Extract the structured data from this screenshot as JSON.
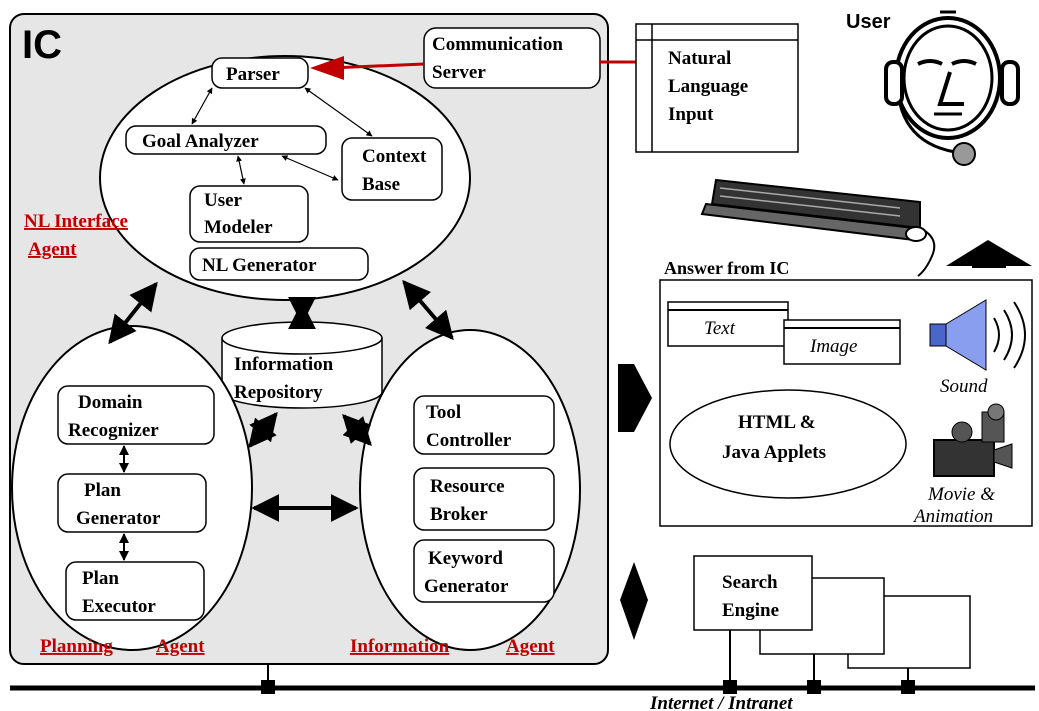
{
  "colors": {
    "panel": "#e6e6e6",
    "agent_label": "#c00000",
    "arrow_red": "#c00000"
  },
  "ic_title": "IC",
  "user_label": "User",
  "comm_server": {
    "line1": "Communication",
    "line2": "Server"
  },
  "nl_input": {
    "line1": "Natural",
    "line2": "Language",
    "line3": "Input"
  },
  "nl_agent": {
    "label1": "NL Interface",
    "label2": "Agent",
    "parser": "Parser",
    "goal_analyzer": "Goal Analyzer",
    "context_base1": "Context",
    "context_base2": "Base",
    "user_modeler1": "User",
    "user_modeler2": "Modeler",
    "nl_generator": "NL Generator"
  },
  "repository": {
    "line1": "Information",
    "line2": "Repository"
  },
  "planning_agent": {
    "label1": "Planning",
    "label2": "Agent",
    "domain1": "Domain",
    "domain2": "Recognizer",
    "plan_gen1": "Plan",
    "plan_gen2": "Generator",
    "plan_exec1": "Plan",
    "plan_exec2": "Executor"
  },
  "info_agent": {
    "label1": "Information",
    "label2": "Agent",
    "tool1": "Tool",
    "tool2": "Controller",
    "resource1": "Resource",
    "resource2": "Broker",
    "keyword1": "Keyword",
    "keyword2": "Generator"
  },
  "answer": {
    "title": "Answer from IC",
    "text": "Text",
    "image": "Image",
    "sound": "Sound",
    "html1": "HTML &",
    "html2": "Java Applets",
    "movie1": "Movie &",
    "movie2": "Animation"
  },
  "search_engine": {
    "line1": "Search",
    "line2": "Engine"
  },
  "network": "Internet  / Intranet",
  "icons": [
    "user-headset-icon",
    "keyboard-icon",
    "speaker-icon",
    "video-camera-icon"
  ]
}
